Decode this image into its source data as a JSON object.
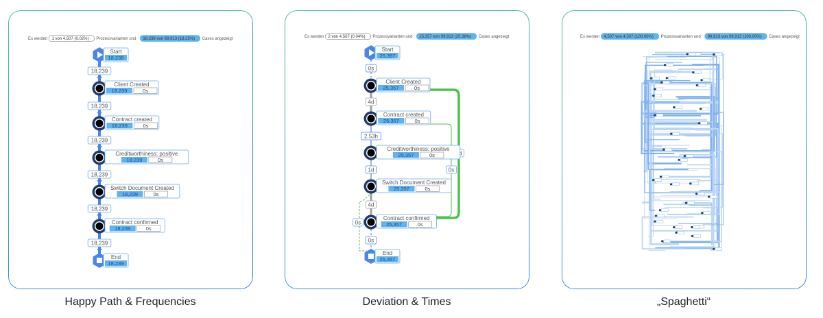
{
  "panels": [
    {
      "caption": "Happy Path & Frequencies",
      "header": {
        "prefix": "Es werden",
        "variants": "1 von 4,507 (0.02%)",
        "middle": "Prozessvarianten und",
        "cases": "18,239 von 99,913 (18.25%)",
        "suffix": "Cases angezeigt"
      },
      "start": {
        "label": "Start",
        "count": "18,239"
      },
      "end": {
        "label": "End",
        "count": "18,239"
      },
      "activities": [
        {
          "label": "Client Created",
          "count": "18,239",
          "time": "0s"
        },
        {
          "label": "Contract created",
          "count": "18,239",
          "time": "0s"
        },
        {
          "label": "Creditworthiness: positive",
          "count": "18,239",
          "time": "0s"
        },
        {
          "label": "Switch Document Created",
          "count": "18,239",
          "time": "0s"
        },
        {
          "label": "Contract confirmed",
          "count": "18,239",
          "time": "0s"
        }
      ],
      "edges": [
        "18,239",
        "18,239",
        "18,239",
        "18,239",
        "18,239",
        "18,239"
      ]
    },
    {
      "caption": "Deviation & Times",
      "header": {
        "prefix": "Es werden",
        "variants": "2 von 4,507 (0.04%)",
        "middle": "Prozessvarianten und",
        "cases": "25,357 von 99,913 (25.38%)",
        "suffix": "Cases angezeigt"
      },
      "start": {
        "label": "Start",
        "count": "25,357"
      },
      "end": {
        "label": "End",
        "count": "25,357"
      },
      "activities": [
        {
          "label": "Client Created",
          "count": "25,357",
          "time": "0s"
        },
        {
          "label": "Contract created",
          "count": "25,357",
          "time": "0s"
        },
        {
          "label": "Creditworthiness: positive",
          "count": "25,357",
          "time": "0s"
        },
        {
          "label": "Switch Document Created",
          "count": "25,357",
          "time": "0s"
        },
        {
          "label": "Contract confirmed",
          "count": "25,357",
          "time": "0s"
        }
      ],
      "edges": [
        "0s",
        "4d",
        "2.53h",
        "1d",
        "4d",
        "0s"
      ],
      "bypass": {
        "outer": "2d",
        "inner": "0s",
        "left": "0s"
      }
    },
    {
      "caption": "„Spaghetti“",
      "header": {
        "prefix": "Es werden",
        "variants": "4,507 von 4,507 (100.00%)",
        "middle": "Prozessvarianten und",
        "cases": "99,913 von 99,913 (100.00%)",
        "suffix": "Cases angezeigt"
      }
    }
  ],
  "colors": {
    "flow": "#4a86e8",
    "node": "#1f3a6b",
    "badge": "#5fb3f0",
    "deviation": "#4cc24c",
    "timeEdge": "#9e9e9e"
  }
}
